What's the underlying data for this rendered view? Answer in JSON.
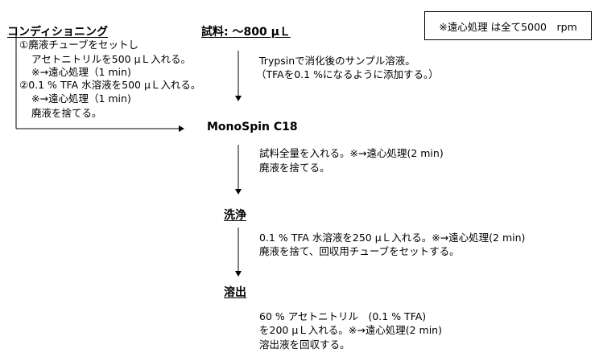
{
  "note": "※遠心処理 は全て5000　rpm",
  "conditioning": {
    "title": "コンディショニング",
    "lines": [
      "①廃液チューブをセットし",
      "アセトニトリルを500 μＬ入れる。",
      "※→遠心処理（1 min)",
      "②0.1 % TFA 水溶液を500 μＬ入れる。",
      "※→遠心処理（1 min)",
      "廃液を捨てる。"
    ]
  },
  "sample": {
    "title": "試料: ～800 μＬ",
    "lines": [
      "Trypsinで消化後のサンプル溶液。",
      "（TFAを0.1 %になるように添加する。）"
    ]
  },
  "column": {
    "title": "MonoSpin C18",
    "lines": [
      "試料全量を入れる。※→遠心処理(2 min)",
      "廃液を捨てる。"
    ]
  },
  "wash": {
    "title": "洗浄",
    "lines": [
      "0.1 % TFA 水溶液を250 μＬ入れる。※→遠心処理(2 min)",
      "廃液を捨て、回収用チューブをセットする。"
    ]
  },
  "elution": {
    "title": "溶出",
    "lines": [
      "60 % アセトニトリル　(0.1 % TFA)",
      "を200 μＬ入れる。※→遠心処理(2 min)",
      "溶出液を回収する。"
    ]
  }
}
